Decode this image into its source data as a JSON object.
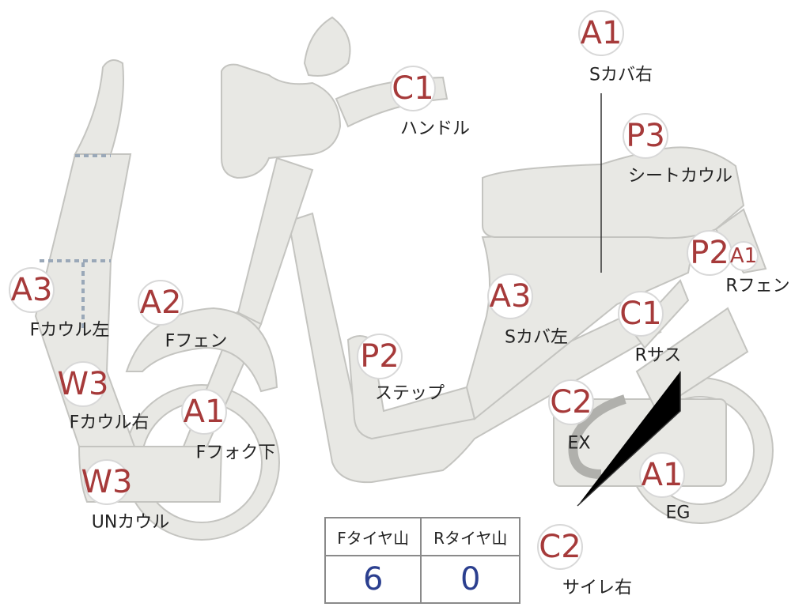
{
  "parts": [
    {
      "id": "s-cover-right",
      "grade": "A1",
      "label": "Sカバ右"
    },
    {
      "id": "handle",
      "grade": "C1",
      "label": "ハンドル"
    },
    {
      "id": "seat-cowl",
      "grade": "P3",
      "label": "シートカウル"
    },
    {
      "id": "r-fender",
      "grade": "P2",
      "grade2": "A1",
      "label": "Rフェン"
    },
    {
      "id": "f-cowl-left",
      "grade": "A3",
      "label": "Fカウル左"
    },
    {
      "id": "f-fender",
      "grade": "A2",
      "label": "Fフェン"
    },
    {
      "id": "s-cover-left",
      "grade": "A3",
      "label": "Sカバ左"
    },
    {
      "id": "r-suspension",
      "grade": "C1",
      "label": "Rサス"
    },
    {
      "id": "step",
      "grade": "P2",
      "label": "ステップ"
    },
    {
      "id": "f-cowl-right",
      "grade": "W3",
      "label": "Fカウル右"
    },
    {
      "id": "f-fork-lower",
      "grade": "A1",
      "label": "Fフォク下"
    },
    {
      "id": "exhaust",
      "grade": "C2",
      "label": "EX"
    },
    {
      "id": "under-cowl",
      "grade": "W3",
      "label": "UNカウル"
    },
    {
      "id": "engine",
      "grade": "A1",
      "label": "EG"
    },
    {
      "id": "silencer-right",
      "grade": "C2",
      "label": "サイレ右"
    }
  ],
  "tire_table": {
    "front_header": "Fタイヤ山",
    "rear_header": "Rタイヤ山",
    "front_value": "6",
    "rear_value": "0"
  },
  "colors": {
    "grade_text": "#a63a3a",
    "body_fill": "#e8e8e4",
    "tire_value": "#2b3f8f"
  }
}
